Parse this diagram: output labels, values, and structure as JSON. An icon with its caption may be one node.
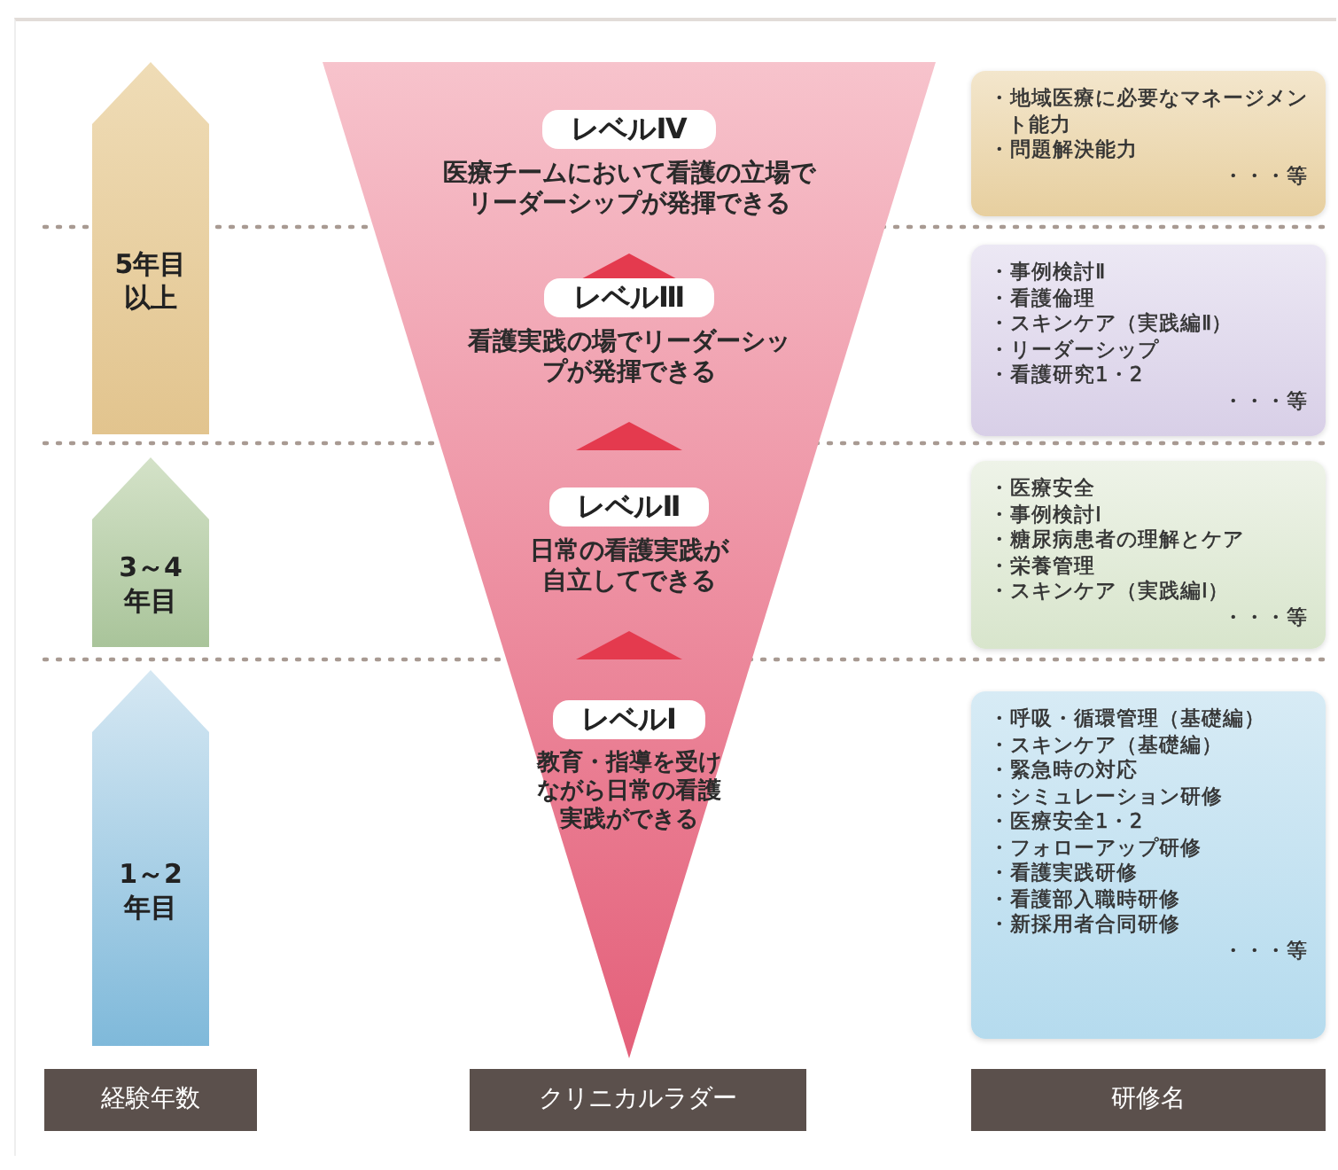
{
  "diagram": {
    "nodes": [
      {
        "text": [
          "5年目以上"
        ]
      },
      {
        "text": [
          "3～4年目"
        ]
      },
      {
        "text": [
          "1～2年目"
        ]
      },
      {
        "text": [],
        "shape": "triangle"
      },
      {
        "text": [
          "レベルⅣ",
          "医療チームにおいて看護の立場でリーダーシップが発揮できる"
        ],
        "in": 3
      },
      {
        "text": [
          "レベルⅢ",
          "看護実践の場でリーダーシップが発揮できる"
        ],
        "in": 3
      },
      {
        "text": [
          "レベルⅡ",
          "日常の看護実践が自立してできる"
        ],
        "in": 3
      },
      {
        "text": [
          "レベルⅠ",
          "教育・指導を受けながら日常の看護実践ができる"
        ],
        "in": 3
      },
      {
        "text": [
          "・地域医療に必要なマネージメント能力",
          "・問題解決能力",
          "・・・等"
        ]
      },
      {
        "text": [
          "・事例検討Ⅱ",
          "・看護倫理",
          "・スキンケア（実践編Ⅱ）",
          "・リーダーシップ",
          "・看護研究1・2",
          "・・・等"
        ]
      },
      {
        "text": [
          "・医療安全",
          "・事例検討Ⅰ",
          "・糖尿病患者の理解とケア",
          "・栄養管理",
          "・スキンケア（実践編Ⅰ）",
          "・・・等"
        ]
      },
      {
        "text": [
          "・呼吸・循環管理（基礎編）",
          "・スキンケア（基礎編）",
          "・緊急時の対応",
          "・シミュレーション研修",
          "・医療安全1・2",
          "・フォローアップ研修",
          "・看護実践研修",
          "・看護部入職時研修",
          "・新採用者合同研修",
          "・・・等"
        ]
      },
      {
        "text": [
          "経験年数"
        ]
      },
      {
        "text": [
          "クリニカルラダー"
        ]
      },
      {
        "text": [
          "研修名"
        ]
      }
    ],
    "edges": [
      {
        "from": 5,
        "to": 4,
        "arrow": "to"
      },
      {
        "from": 6,
        "to": 5,
        "arrow": "to"
      },
      {
        "from": 7,
        "to": 6,
        "arrow": "to"
      }
    ]
  }
}
